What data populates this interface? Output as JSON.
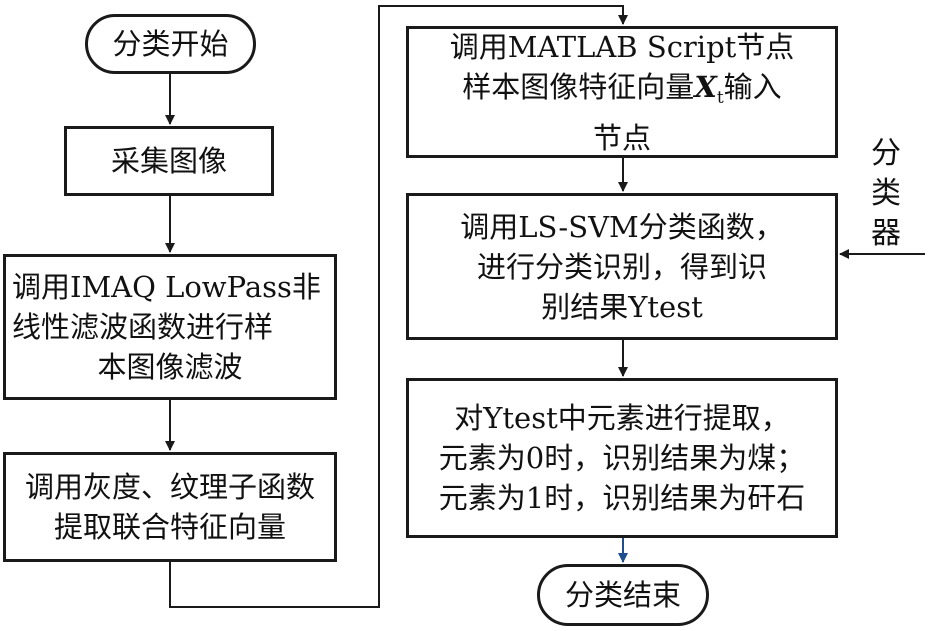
{
  "nodes": {
    "start": "分类开始",
    "acquire": "采集图像",
    "filter": [
      "调用IMAQ LowPass非",
      "线性滤波函数进行样",
      "本图像滤波"
    ],
    "features": [
      "调用灰度、纹理子函数",
      "提取联合特征向量"
    ],
    "matlab": {
      "line1": "调用MATLAB Script节点",
      "line2_prefix": "样本图像特征向量",
      "line2_var": "X",
      "line2_sub": "t",
      "line2_suffix": "输入",
      "line3": "节点"
    },
    "svm": [
      "调用LS-SVM分类函数，",
      "进行分类识别，得到识",
      "别结果Ytest"
    ],
    "extract": [
      "对Ytest中元素进行提取，",
      "元素为0时，识别结果为煤；",
      "元素为1时，识别结果为矸石"
    ],
    "end": "分类结束"
  },
  "side_input": [
    "分",
    "类",
    "器"
  ],
  "colors": {
    "stroke": "#1a1a1a",
    "final_arrow": "#1f4e8c"
  }
}
